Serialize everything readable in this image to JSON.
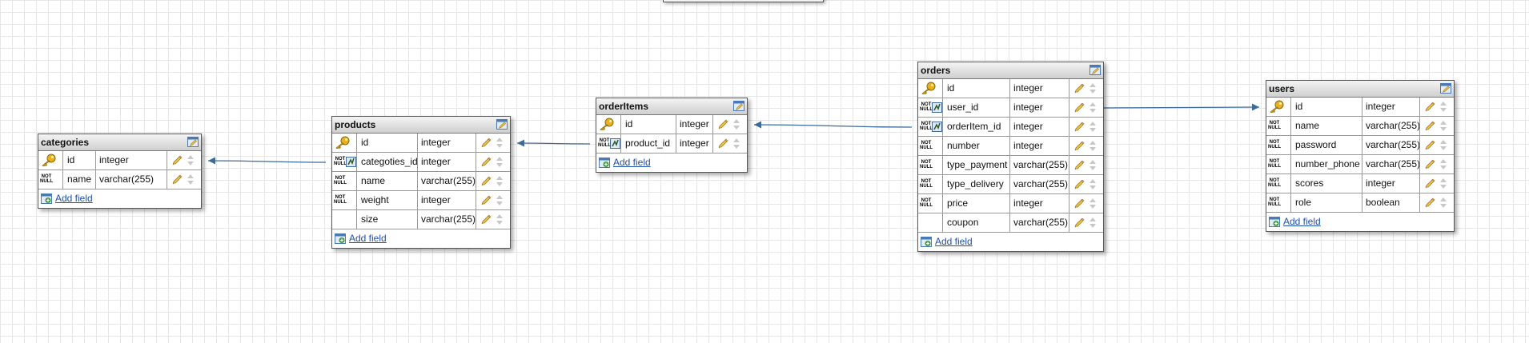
{
  "diagram": {
    "add_field_label": "Add field",
    "not_null_label": "NOT NULL",
    "tables": [
      {
        "name": "categories",
        "rows": [
          {
            "field": "id",
            "type": "integer",
            "pk": true,
            "notnull": false,
            "fk": false
          },
          {
            "field": "name",
            "type": "varchar(255)",
            "pk": false,
            "notnull": true,
            "fk": false
          }
        ]
      },
      {
        "name": "products",
        "rows": [
          {
            "field": "id",
            "type": "integer",
            "pk": true,
            "notnull": false,
            "fk": false
          },
          {
            "field": "categoties_id",
            "type": "integer",
            "pk": false,
            "notnull": true,
            "fk": true
          },
          {
            "field": "name",
            "type": "varchar(255)",
            "pk": false,
            "notnull": true,
            "fk": false
          },
          {
            "field": "weight",
            "type": "integer",
            "pk": false,
            "notnull": true,
            "fk": false
          },
          {
            "field": "size",
            "type": "varchar(255)",
            "pk": false,
            "notnull": false,
            "fk": false
          }
        ]
      },
      {
        "name": "orderItems",
        "rows": [
          {
            "field": "id",
            "type": "integer",
            "pk": true,
            "notnull": false,
            "fk": false
          },
          {
            "field": "product_id",
            "type": "integer",
            "pk": false,
            "notnull": true,
            "fk": true
          }
        ]
      },
      {
        "name": "orders",
        "rows": [
          {
            "field": "id",
            "type": "integer",
            "pk": true,
            "notnull": false,
            "fk": false
          },
          {
            "field": "user_id",
            "type": "integer",
            "pk": false,
            "notnull": true,
            "fk": true
          },
          {
            "field": "orderItem_id",
            "type": "integer",
            "pk": false,
            "notnull": true,
            "fk": true
          },
          {
            "field": "number",
            "type": "integer",
            "pk": false,
            "notnull": true,
            "fk": false
          },
          {
            "field": "type_payment",
            "type": "varchar(255)",
            "pk": false,
            "notnull": true,
            "fk": false
          },
          {
            "field": "type_delivery",
            "type": "varchar(255)",
            "pk": false,
            "notnull": true,
            "fk": false
          },
          {
            "field": "price",
            "type": "integer",
            "pk": false,
            "notnull": true,
            "fk": false
          },
          {
            "field": "coupon",
            "type": "varchar(255)",
            "pk": false,
            "notnull": false,
            "fk": false
          }
        ]
      },
      {
        "name": "users",
        "rows": [
          {
            "field": "id",
            "type": "integer",
            "pk": true,
            "notnull": false,
            "fk": false
          },
          {
            "field": "name",
            "type": "varchar(255)",
            "pk": false,
            "notnull": true,
            "fk": false
          },
          {
            "field": "password",
            "type": "varchar(255)",
            "pk": false,
            "notnull": true,
            "fk": false
          },
          {
            "field": "number_phone",
            "type": "varchar(255)",
            "pk": false,
            "notnull": true,
            "fk": false
          },
          {
            "field": "scores",
            "type": "integer",
            "pk": false,
            "notnull": true,
            "fk": false
          },
          {
            "field": "role",
            "type": "boolean",
            "pk": false,
            "notnull": true,
            "fk": false
          }
        ]
      }
    ],
    "relations": [
      {
        "from": "products.categoties_id",
        "to": "categories.id"
      },
      {
        "from": "orderItems.product_id",
        "to": "products.id"
      },
      {
        "from": "orders.orderItem_id",
        "to": "orderItems.id"
      },
      {
        "from": "orders.user_id",
        "to": "users.id"
      }
    ],
    "colors": {
      "link": "#1f4fa8",
      "relation_line": "#3d6a99",
      "header_top": "#f4f4f4",
      "header_bottom": "#cfcfcf"
    }
  }
}
